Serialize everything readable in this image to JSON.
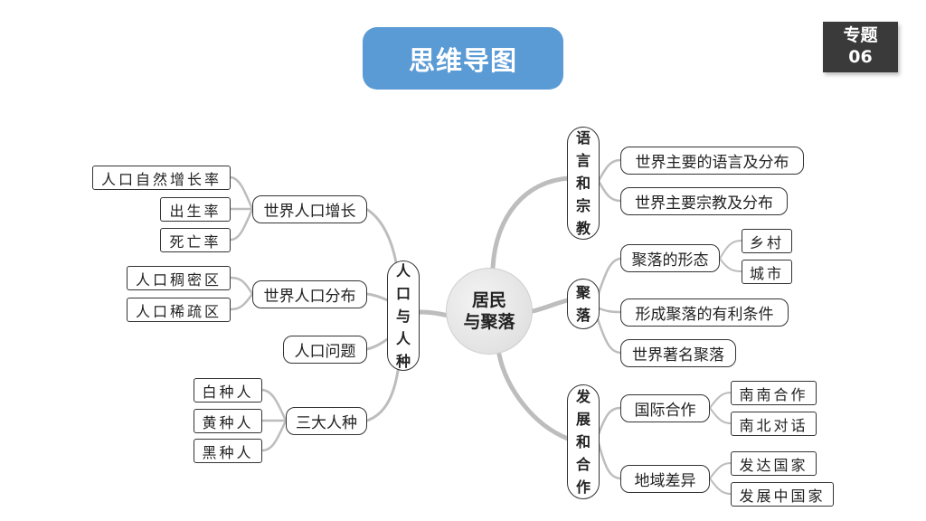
{
  "header": {
    "title": "思维导图",
    "badge_line1": "专题",
    "badge_line2": "06"
  },
  "center": {
    "line1": "居民",
    "line2": "与聚落"
  },
  "left_branch": {
    "label_chars": [
      "人",
      "口",
      "与",
      "人",
      "种"
    ],
    "children": [
      {
        "label": "世界人口增长",
        "children": [
          "人口自然增长率",
          "出生率",
          "死亡率"
        ]
      },
      {
        "label": "世界人口分布",
        "children": [
          "人口稠密区",
          "人口稀疏区"
        ]
      },
      {
        "label": "人口问题",
        "children": []
      },
      {
        "label": "三大人种",
        "children": [
          "白种人",
          "黄种人",
          "黑种人"
        ]
      }
    ]
  },
  "right_branches": [
    {
      "label_chars": [
        "语",
        "言",
        "和",
        "宗",
        "教"
      ],
      "children": [
        {
          "label": "世界主要的语言及分布",
          "children": []
        },
        {
          "label": "世界主要宗教及分布",
          "children": []
        }
      ]
    },
    {
      "label_chars": [
        "聚",
        "落"
      ],
      "children": [
        {
          "label": "聚落的形态",
          "children": [
            "乡村",
            "城市"
          ]
        },
        {
          "label": "形成聚落的有利条件",
          "children": []
        },
        {
          "label": "世界著名聚落",
          "children": []
        }
      ]
    },
    {
      "label_chars": [
        "发",
        "展",
        "和",
        "合",
        "作"
      ],
      "children": [
        {
          "label": "国际合作",
          "children": [
            "南南合作",
            "南北对话"
          ]
        },
        {
          "label": "地域差异",
          "children": [
            "发达国家",
            "发展中国家"
          ]
        }
      ]
    }
  ],
  "colors": {
    "title_bg": "#5b9bd5",
    "badge_bg": "#3a3a3a",
    "connector": "#bdbdbd"
  }
}
